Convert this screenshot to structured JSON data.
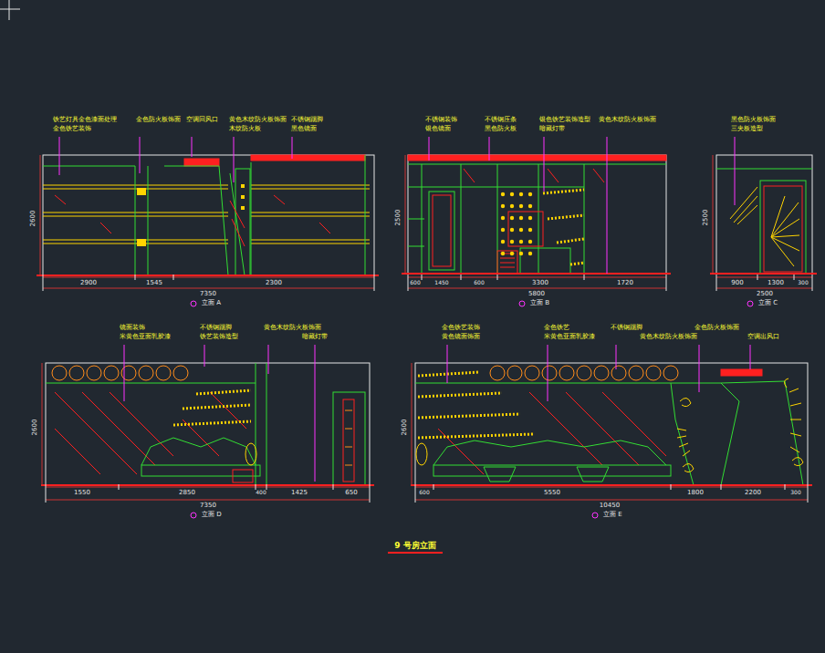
{
  "diagram": {
    "title": "9 号房立面",
    "labels": [
      "铁艺灯具金色漆面处理",
      "金色铁艺装饰",
      "金色防火板饰面",
      "空调回风口",
      "黄色木纹防火板饰面",
      "木纹防火板",
      "不锈钢踢脚",
      "黑色镜面",
      "2600",
      "2900",
      "1545",
      "2300",
      "7350",
      "立面 A",
      "不锈钢装饰",
      "银色镜面",
      "不锈钢压条",
      "黑色防火板",
      "银色铁艺装饰造型",
      "暗藏灯带",
      "黄色木纹防火板饰面",
      "2500",
      "600",
      "1450",
      "600",
      "3300",
      "1720",
      "5800",
      "立面 B",
      "黑色防火板饰面",
      "三夹板造型",
      "2500",
      "900",
      "1300",
      "300",
      "2500",
      "立面 C",
      "镜面装饰",
      "米黄色亚面乳胶漆",
      "不锈钢踢脚",
      "铁艺装饰造型",
      "黄色木纹防火板饰面",
      "暗藏灯带",
      "2600",
      "1550",
      "2850",
      "400",
      "1425",
      "650",
      "7350",
      "立面 D",
      "金色铁艺装饰",
      "黄色镜面饰面",
      "金色铁艺",
      "米黄色亚面乳胶漆",
      "不锈钢踢脚",
      "金色防火板饰面",
      "空调出风口",
      "黄色木纹防火板饰面",
      "2600",
      "600",
      "5550",
      "1800",
      "2200",
      "300",
      "10450",
      "立面 E"
    ]
  }
}
